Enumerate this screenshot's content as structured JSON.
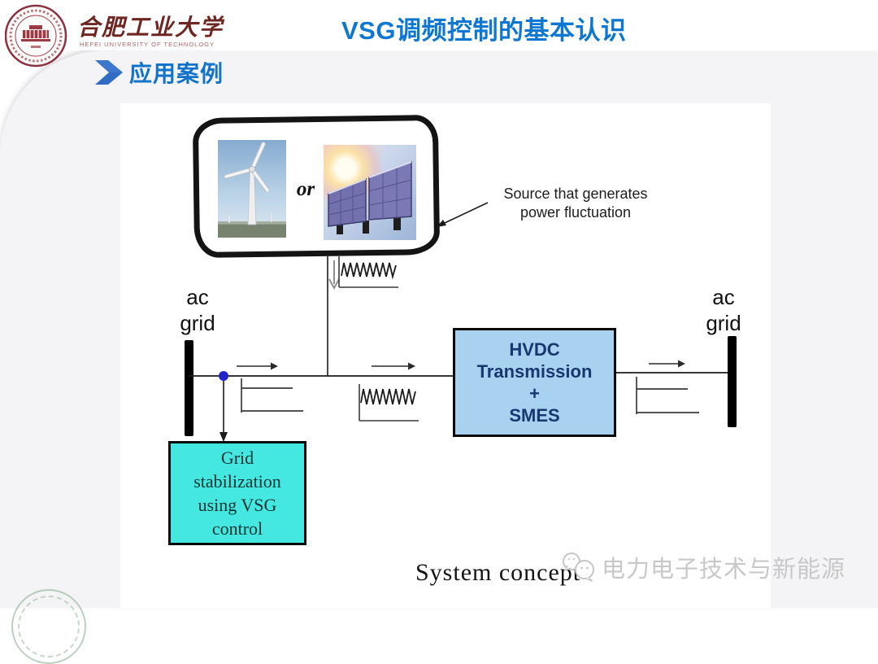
{
  "header": {
    "title": "VSG调频控制的基本认识",
    "university_name_cn": "合肥工业大学",
    "university_name_en": "HEFEI UNIVERSITY OF TECHNOLOGY"
  },
  "section": {
    "label": "应用案例"
  },
  "diagram": {
    "or_label": "or",
    "source_annotation": {
      "line1": "Source that generates",
      "line2": "power fluctuation"
    },
    "ac_grid": {
      "line1": "ac",
      "line2": "grid"
    },
    "hvdc_box": {
      "lines": [
        "HVDC",
        "Transmission",
        "+",
        "SMES"
      ]
    },
    "vsg_box": {
      "lines": [
        "Grid",
        "stabilization",
        "using VSG",
        "control"
      ]
    },
    "caption": "System concept"
  },
  "watermark": {
    "text": "电力电子技术与新能源"
  },
  "colors": {
    "title_blue": "#0d77d2",
    "section_blue": "#1173cb",
    "chevron_blue": "#2f6cc2",
    "hvdc_fill": "#a9d2f1",
    "hvdc_text": "#16386e",
    "vsg_fill": "#45e8e0",
    "junction_node": "#2424c8",
    "panel_grey": "#f4f4f6",
    "watermark_grey": "#c8c8c8",
    "seal_red": "#8d3040"
  }
}
